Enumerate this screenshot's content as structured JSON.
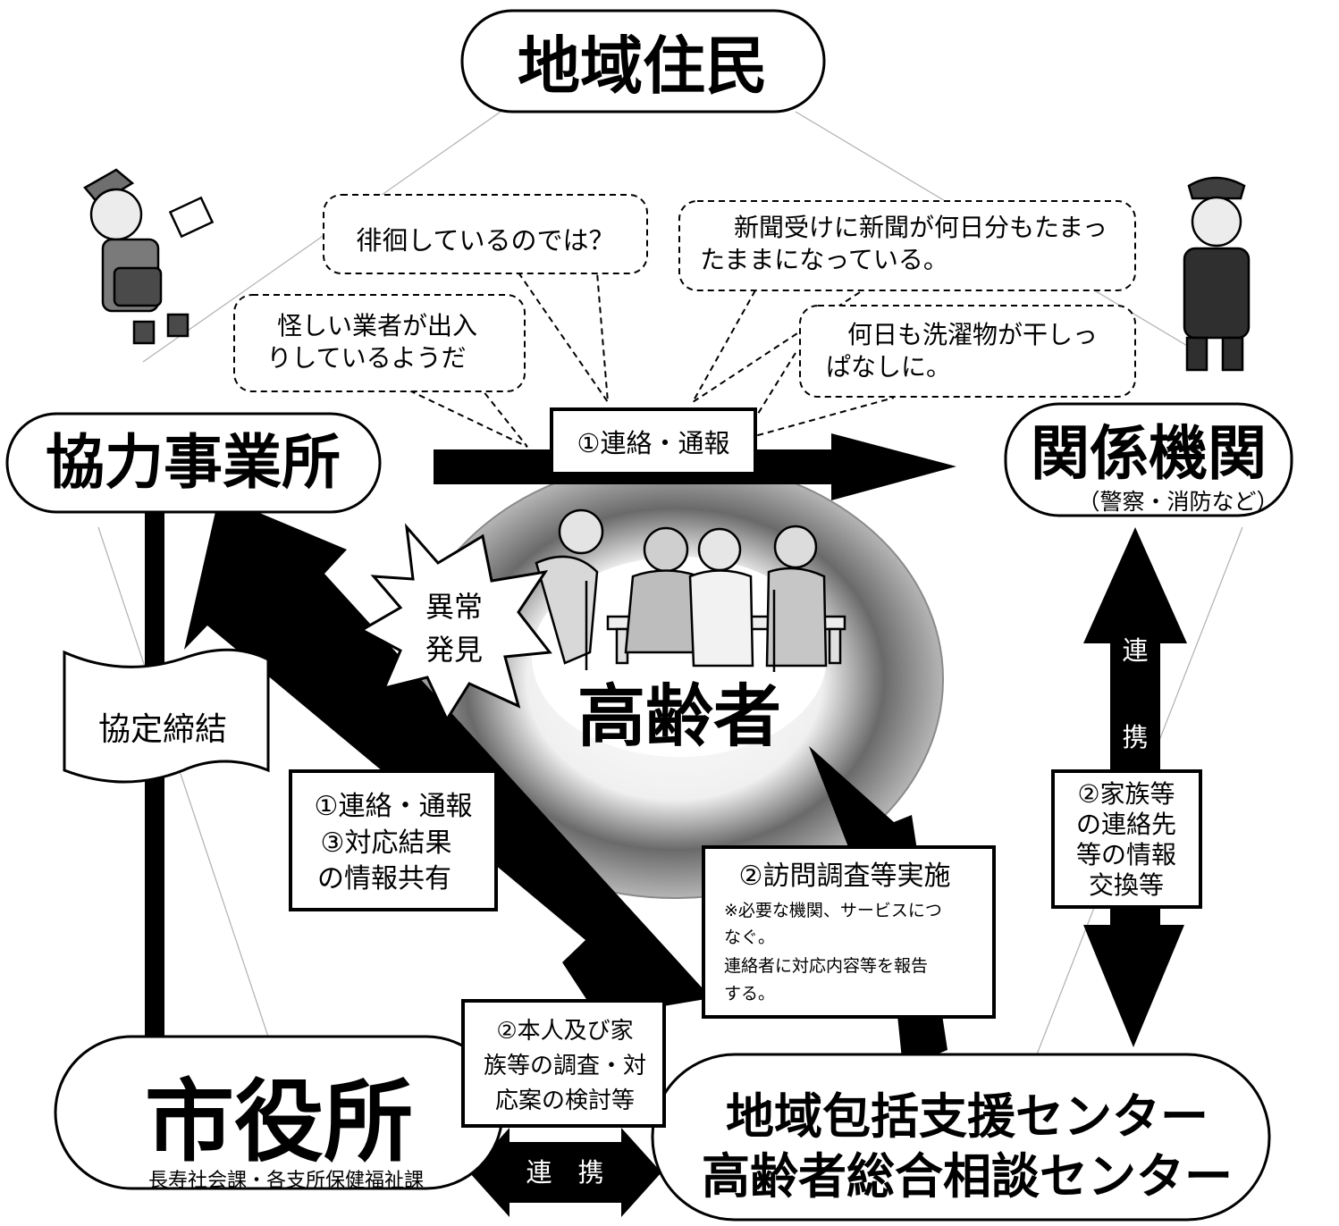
{
  "nodes": {
    "residents": "地域住民",
    "partner": "協力事業所",
    "agencies": "関係機関",
    "agencies_sub": "（警察・消防など）",
    "elderly": "高齢者",
    "city_office": "市役所",
    "city_office_sub": "長寿社会課・各支所保健福祉課",
    "center_line1": "地域包括支援センター",
    "center_line2": "高齢者総合相談センター"
  },
  "bubbles": {
    "wandering": "徘徊しているのでは？",
    "suspicious_line1": "怪しい業者が出入",
    "suspicious_line2": "りしているようだ",
    "newspaper_line1": "新聞受けに新聞が何日分もたまっ",
    "newspaper_line2": "たままになっている。",
    "laundry_line1": "何日も洗濯物が干しっ",
    "laundry_line2": "ぱなしに。"
  },
  "labels": {
    "contact_top": "①連絡・通報",
    "anomaly_line1": "異常",
    "anomaly_line2": "発見",
    "agreement": "協定締結",
    "left_box_line1": "①連絡・通報",
    "left_box_line2": "③対応結果",
    "left_box_line3": "の情報共有",
    "visit_title": "②訪問調査等実施",
    "visit_note1": "※必要な機関、サービスにつ",
    "visit_note2": "なぐ。",
    "visit_note3": "連絡者に対応内容等を報告",
    "visit_note4": "する。",
    "coop_vertical_1": "連",
    "coop_vertical_2": "携",
    "family_line1": "②家族等",
    "family_line2": "の連絡先",
    "family_line3": "等の情報",
    "family_line4": "交換等",
    "survey_line1": "②本人及び家",
    "survey_line2": "族等の調査・対",
    "survey_line3": "応案の検討等",
    "coop_horizontal": "連　携"
  }
}
